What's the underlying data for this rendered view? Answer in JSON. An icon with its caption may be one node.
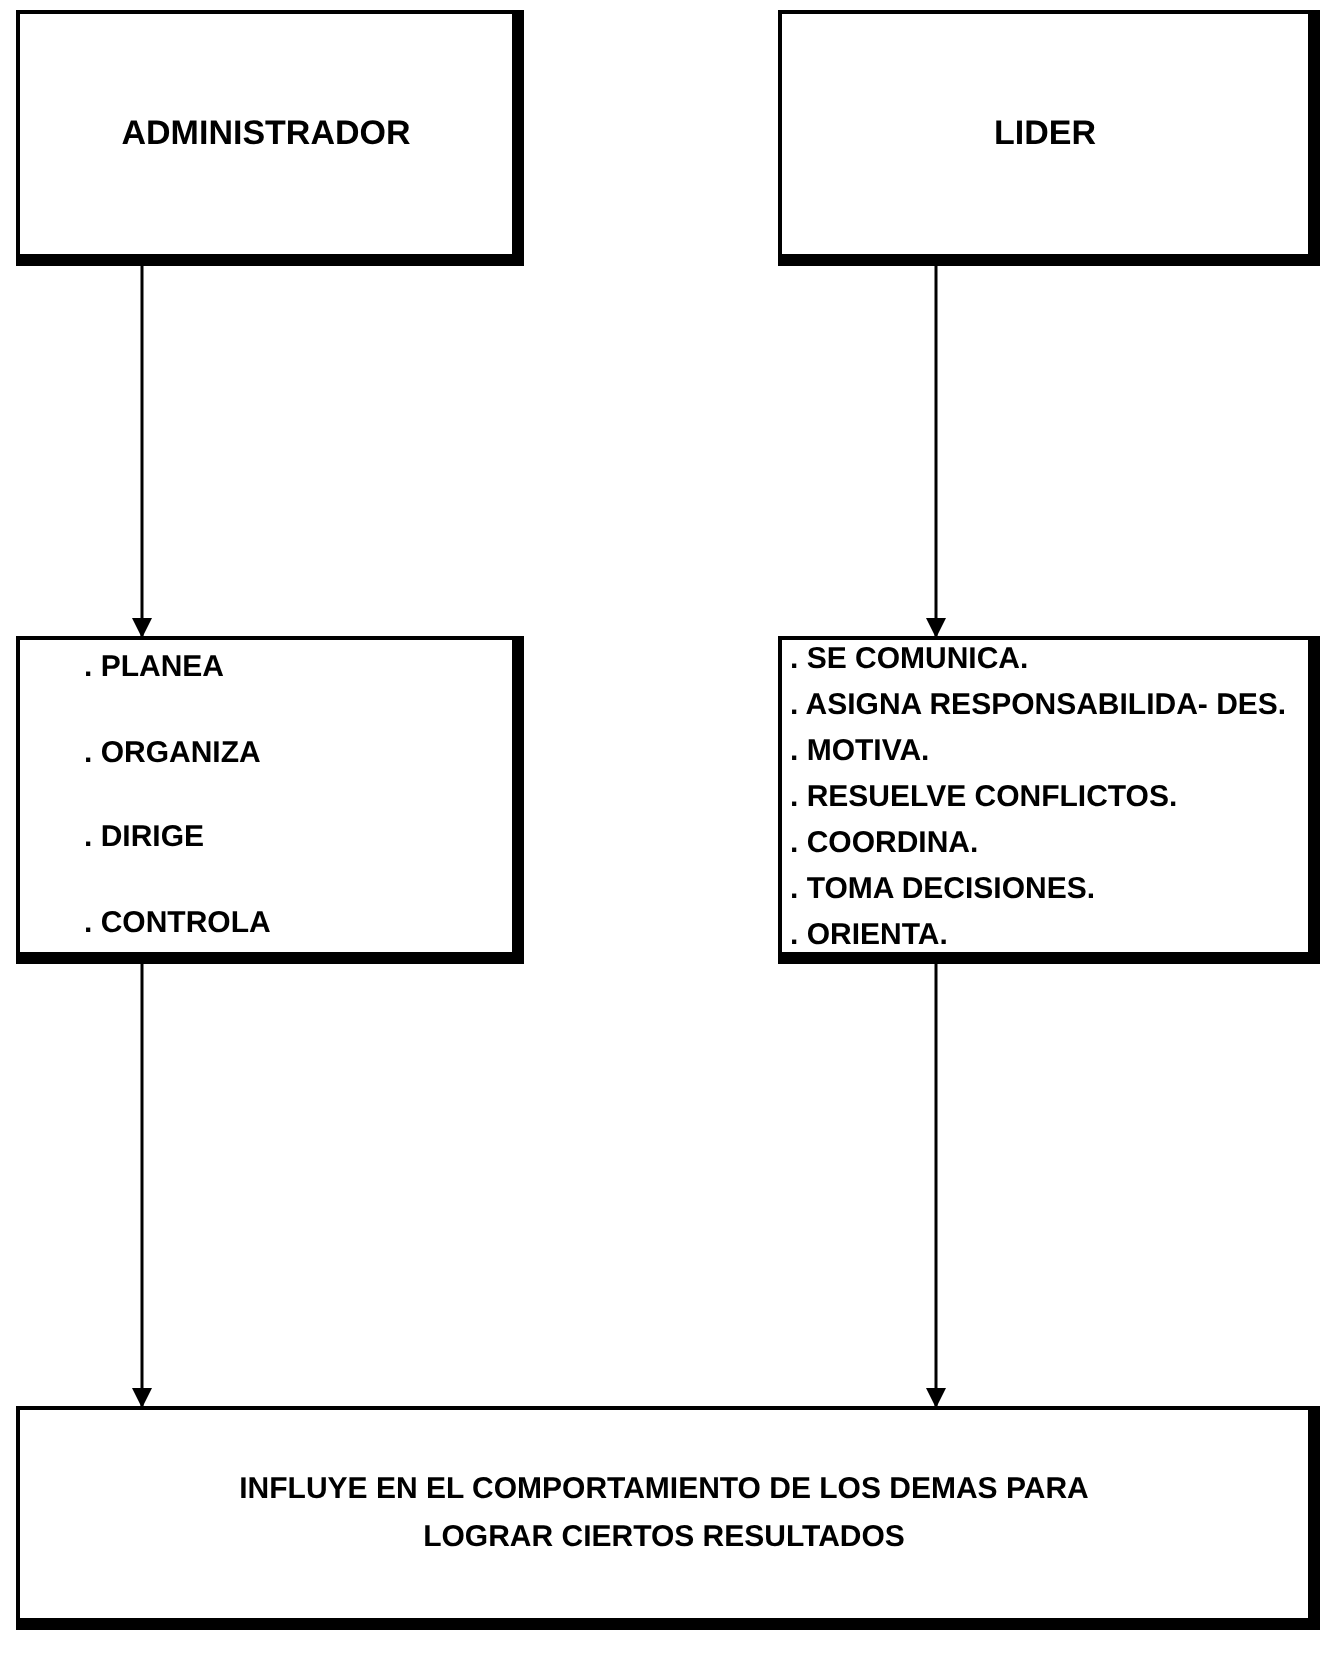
{
  "diagram": {
    "nodes": [
      {
        "text": [
          "ADMINISTRADOR"
        ]
      },
      {
        "text": [
          "LIDER"
        ]
      },
      {
        "text": [
          ". PLANEA",
          ". ORGANIZA",
          ". DIRIGE",
          ". CONTROLA"
        ]
      },
      {
        "text": [
          ". SE COMUNICA.",
          ". ASIGNA RESPONSABILIDA- DES.",
          ". MOTIVA.",
          ". RESUELVE CONFLICTOS.",
          ". COORDINA.",
          ". TOMA DECISIONES.",
          ". ORIENTA."
        ]
      },
      {
        "text": [
          "INFLUYE EN EL COMPORTAMIENTO DE LOS DEMAS PARA LOGRAR CIERTOS RESULTADOS"
        ]
      }
    ],
    "edges": [
      {
        "from": 0,
        "to": 2,
        "arrow": "to"
      },
      {
        "from": 1,
        "to": 3,
        "arrow": "to"
      },
      {
        "from": 2,
        "to": 4,
        "arrow": "to"
      },
      {
        "from": 3,
        "to": 4,
        "arrow": "to"
      }
    ]
  }
}
